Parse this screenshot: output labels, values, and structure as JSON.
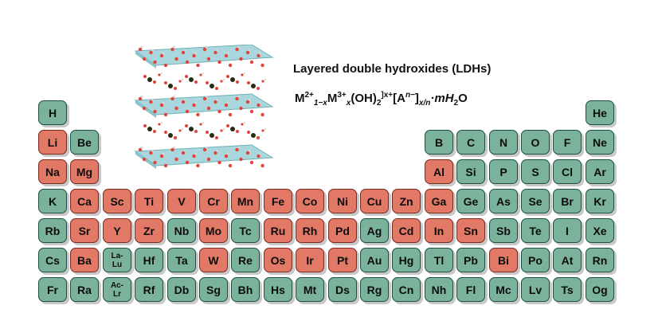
{
  "title": "Layered double hydroxides (LDHs)",
  "formula": {
    "m2": "M",
    "m2_sup": "2+",
    "m2_sub": "1−x",
    "m3": "M",
    "m3_sup": "3+",
    "m3_sub": "x",
    "oh": "(OH)",
    "oh_sub": "2",
    "bracket_sup": "]x+",
    "anion": "[A",
    "anion_sup": "n−",
    "anion_close": "]",
    "anion_sub": "x/n",
    "water": "·mH",
    "water_sub": "2",
    "water_end": "O"
  },
  "colors": {
    "ldh_element": "#e27866",
    "other_element": "#7ab29b"
  },
  "elements": [
    {
      "s": "H",
      "p": 1,
      "g": 1,
      "ldh": false
    },
    {
      "s": "He",
      "p": 1,
      "g": 18,
      "ldh": false
    },
    {
      "s": "Li",
      "p": 2,
      "g": 1,
      "ldh": true
    },
    {
      "s": "Be",
      "p": 2,
      "g": 2,
      "ldh": false
    },
    {
      "s": "B",
      "p": 2,
      "g": 13,
      "ldh": false
    },
    {
      "s": "C",
      "p": 2,
      "g": 14,
      "ldh": false
    },
    {
      "s": "N",
      "p": 2,
      "g": 15,
      "ldh": false
    },
    {
      "s": "O",
      "p": 2,
      "g": 16,
      "ldh": false
    },
    {
      "s": "F",
      "p": 2,
      "g": 17,
      "ldh": false
    },
    {
      "s": "Ne",
      "p": 2,
      "g": 18,
      "ldh": false
    },
    {
      "s": "Na",
      "p": 3,
      "g": 1,
      "ldh": true
    },
    {
      "s": "Mg",
      "p": 3,
      "g": 2,
      "ldh": true
    },
    {
      "s": "Al",
      "p": 3,
      "g": 13,
      "ldh": true
    },
    {
      "s": "Si",
      "p": 3,
      "g": 14,
      "ldh": false
    },
    {
      "s": "P",
      "p": 3,
      "g": 15,
      "ldh": false
    },
    {
      "s": "S",
      "p": 3,
      "g": 16,
      "ldh": false
    },
    {
      "s": "Cl",
      "p": 3,
      "g": 17,
      "ldh": false
    },
    {
      "s": "Ar",
      "p": 3,
      "g": 18,
      "ldh": false
    },
    {
      "s": "K",
      "p": 4,
      "g": 1,
      "ldh": false
    },
    {
      "s": "Ca",
      "p": 4,
      "g": 2,
      "ldh": true
    },
    {
      "s": "Sc",
      "p": 4,
      "g": 3,
      "ldh": true
    },
    {
      "s": "Ti",
      "p": 4,
      "g": 4,
      "ldh": true
    },
    {
      "s": "V",
      "p": 4,
      "g": 5,
      "ldh": true
    },
    {
      "s": "Cr",
      "p": 4,
      "g": 6,
      "ldh": true
    },
    {
      "s": "Mn",
      "p": 4,
      "g": 7,
      "ldh": true
    },
    {
      "s": "Fe",
      "p": 4,
      "g": 8,
      "ldh": true
    },
    {
      "s": "Co",
      "p": 4,
      "g": 9,
      "ldh": true
    },
    {
      "s": "Ni",
      "p": 4,
      "g": 10,
      "ldh": true
    },
    {
      "s": "Cu",
      "p": 4,
      "g": 11,
      "ldh": true
    },
    {
      "s": "Zn",
      "p": 4,
      "g": 12,
      "ldh": true
    },
    {
      "s": "Ga",
      "p": 4,
      "g": 13,
      "ldh": true
    },
    {
      "s": "Ge",
      "p": 4,
      "g": 14,
      "ldh": false
    },
    {
      "s": "As",
      "p": 4,
      "g": 15,
      "ldh": false
    },
    {
      "s": "Se",
      "p": 4,
      "g": 16,
      "ldh": false
    },
    {
      "s": "Br",
      "p": 4,
      "g": 17,
      "ldh": false
    },
    {
      "s": "Kr",
      "p": 4,
      "g": 18,
      "ldh": false
    },
    {
      "s": "Rb",
      "p": 5,
      "g": 1,
      "ldh": false
    },
    {
      "s": "Sr",
      "p": 5,
      "g": 2,
      "ldh": true
    },
    {
      "s": "Y",
      "p": 5,
      "g": 3,
      "ldh": true
    },
    {
      "s": "Zr",
      "p": 5,
      "g": 4,
      "ldh": true
    },
    {
      "s": "Nb",
      "p": 5,
      "g": 5,
      "ldh": false
    },
    {
      "s": "Mo",
      "p": 5,
      "g": 6,
      "ldh": true
    },
    {
      "s": "Tc",
      "p": 5,
      "g": 7,
      "ldh": false
    },
    {
      "s": "Ru",
      "p": 5,
      "g": 8,
      "ldh": true
    },
    {
      "s": "Rh",
      "p": 5,
      "g": 9,
      "ldh": true
    },
    {
      "s": "Pd",
      "p": 5,
      "g": 10,
      "ldh": true
    },
    {
      "s": "Ag",
      "p": 5,
      "g": 11,
      "ldh": false
    },
    {
      "s": "Cd",
      "p": 5,
      "g": 12,
      "ldh": true
    },
    {
      "s": "In",
      "p": 5,
      "g": 13,
      "ldh": true
    },
    {
      "s": "Sn",
      "p": 5,
      "g": 14,
      "ldh": true
    },
    {
      "s": "Sb",
      "p": 5,
      "g": 15,
      "ldh": false
    },
    {
      "s": "Te",
      "p": 5,
      "g": 16,
      "ldh": false
    },
    {
      "s": "I",
      "p": 5,
      "g": 17,
      "ldh": false
    },
    {
      "s": "Xe",
      "p": 5,
      "g": 18,
      "ldh": false
    },
    {
      "s": "Cs",
      "p": 6,
      "g": 1,
      "ldh": false
    },
    {
      "s": "Ba",
      "p": 6,
      "g": 2,
      "ldh": true
    },
    {
      "s": "La-\nLu",
      "p": 6,
      "g": 3,
      "ldh": false
    },
    {
      "s": "Hf",
      "p": 6,
      "g": 4,
      "ldh": false
    },
    {
      "s": "Ta",
      "p": 6,
      "g": 5,
      "ldh": false
    },
    {
      "s": "W",
      "p": 6,
      "g": 6,
      "ldh": true
    },
    {
      "s": "Re",
      "p": 6,
      "g": 7,
      "ldh": false
    },
    {
      "s": "Os",
      "p": 6,
      "g": 8,
      "ldh": true
    },
    {
      "s": "Ir",
      "p": 6,
      "g": 9,
      "ldh": true
    },
    {
      "s": "Pt",
      "p": 6,
      "g": 10,
      "ldh": true
    },
    {
      "s": "Au",
      "p": 6,
      "g": 11,
      "ldh": false
    },
    {
      "s": "Hg",
      "p": 6,
      "g": 12,
      "ldh": false
    },
    {
      "s": "Tl",
      "p": 6,
      "g": 13,
      "ldh": false
    },
    {
      "s": "Pb",
      "p": 6,
      "g": 14,
      "ldh": false
    },
    {
      "s": "Bi",
      "p": 6,
      "g": 15,
      "ldh": true
    },
    {
      "s": "Po",
      "p": 6,
      "g": 16,
      "ldh": false
    },
    {
      "s": "At",
      "p": 6,
      "g": 17,
      "ldh": false
    },
    {
      "s": "Rn",
      "p": 6,
      "g": 18,
      "ldh": false
    },
    {
      "s": "Fr",
      "p": 7,
      "g": 1,
      "ldh": false
    },
    {
      "s": "Ra",
      "p": 7,
      "g": 2,
      "ldh": false
    },
    {
      "s": "Ac-\nLr",
      "p": 7,
      "g": 3,
      "ldh": false
    },
    {
      "s": "Rf",
      "p": 7,
      "g": 4,
      "ldh": false
    },
    {
      "s": "Db",
      "p": 7,
      "g": 5,
      "ldh": false
    },
    {
      "s": "Sg",
      "p": 7,
      "g": 6,
      "ldh": false
    },
    {
      "s": "Bh",
      "p": 7,
      "g": 7,
      "ldh": false
    },
    {
      "s": "Hs",
      "p": 7,
      "g": 8,
      "ldh": false
    },
    {
      "s": "Mt",
      "p": 7,
      "g": 9,
      "ldh": false
    },
    {
      "s": "Ds",
      "p": 7,
      "g": 10,
      "ldh": false
    },
    {
      "s": "Rg",
      "p": 7,
      "g": 11,
      "ldh": false
    },
    {
      "s": "Cn",
      "p": 7,
      "g": 12,
      "ldh": false
    },
    {
      "s": "Nh",
      "p": 7,
      "g": 13,
      "ldh": false
    },
    {
      "s": "Fl",
      "p": 7,
      "g": 14,
      "ldh": false
    },
    {
      "s": "Mc",
      "p": 7,
      "g": 15,
      "ldh": false
    },
    {
      "s": "Lv",
      "p": 7,
      "g": 16,
      "ldh": false
    },
    {
      "s": "Ts",
      "p": 7,
      "g": 17,
      "ldh": false
    },
    {
      "s": "Og",
      "p": 7,
      "g": 18,
      "ldh": false
    }
  ]
}
